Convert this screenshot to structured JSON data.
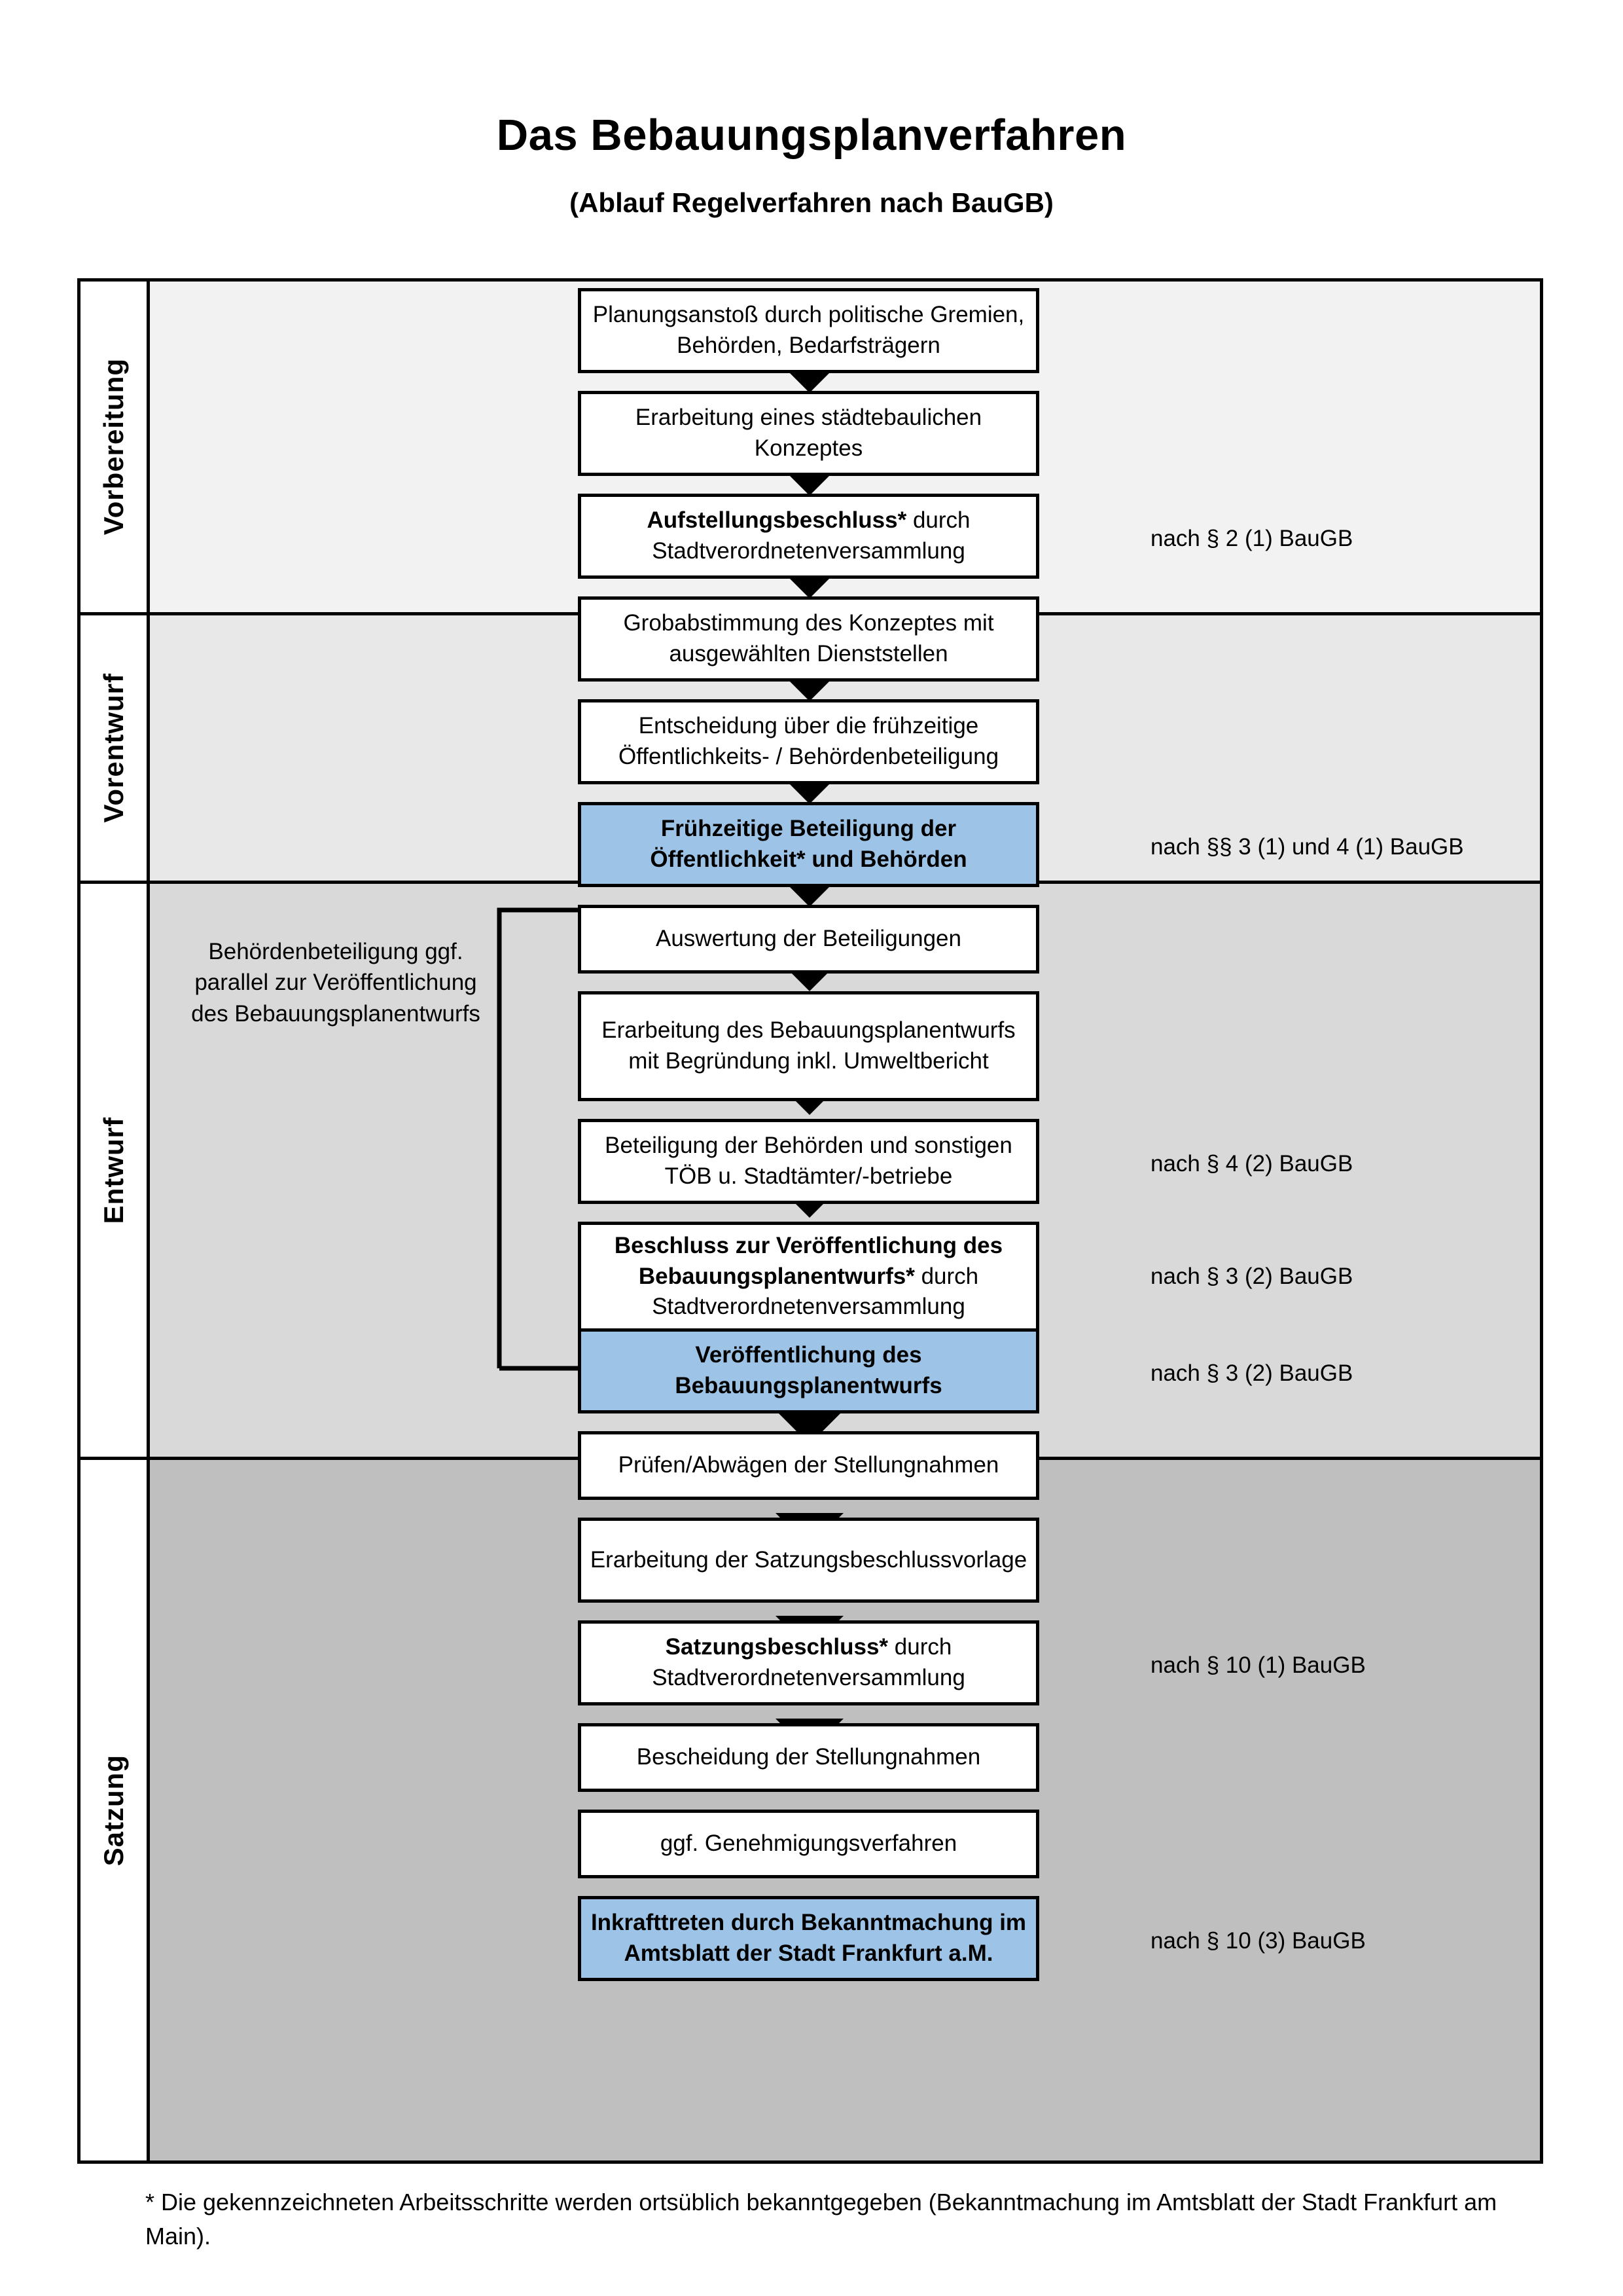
{
  "title": {
    "main": "Das Bebauungsplanverfahren",
    "sub": "(Ablauf Regelverfahren nach BauGB)"
  },
  "colors": {
    "highlight": "#9dc3e6",
    "band_vorbereitung": "#f2f2f2",
    "band_vorentwurf": "#e8e8e8",
    "band_entwurf": "#d9d9d9",
    "band_satzung": "#bfbfbf",
    "outline": "#000000"
  },
  "phases": [
    {
      "label": "Vorbereitung"
    },
    {
      "label": "Vorentwurf"
    },
    {
      "label": "Entwurf"
    },
    {
      "label": "Satzung"
    }
  ],
  "steps": [
    {
      "id": "s1",
      "phase": "Vorbereitung",
      "highlight": false,
      "bold_prefix": "",
      "text": "Planungsanstoß durch politische Gremien, Behörden, Bedarfsträgern"
    },
    {
      "id": "s2",
      "phase": "Vorbereitung",
      "highlight": false,
      "bold_prefix": "",
      "text": "Erarbeitung eines städtebaulichen Konzeptes"
    },
    {
      "id": "s3",
      "phase": "Vorbereitung",
      "highlight": false,
      "bold_prefix": "Aufstellungsbeschluss*",
      "text": " durch Stadtverordnetenversammlung"
    },
    {
      "id": "s4",
      "phase": "Vorentwurf",
      "highlight": false,
      "bold_prefix": "",
      "text": "Grobabstimmung des Konzeptes mit ausgewählten Dienststellen"
    },
    {
      "id": "s5",
      "phase": "Vorentwurf",
      "highlight": false,
      "bold_prefix": "",
      "text": "Entscheidung über die frühzeitige Öffentlichkeits- / Behördenbeteiligung"
    },
    {
      "id": "s6",
      "phase": "Vorentwurf",
      "highlight": true,
      "bold_prefix": "",
      "text": "Frühzeitige Beteiligung der Öffentlichkeit* und Behörden"
    },
    {
      "id": "s7",
      "phase": "Entwurf",
      "highlight": false,
      "bold_prefix": "",
      "text": "Auswertung der Beteiligungen"
    },
    {
      "id": "s8",
      "phase": "Entwurf",
      "highlight": false,
      "bold_prefix": "",
      "text": "Erarbeitung des Bebauungsplanentwurfs mit Begründung inkl. Umweltbericht"
    },
    {
      "id": "s9",
      "phase": "Entwurf",
      "highlight": false,
      "bold_prefix": "",
      "text": "Beteiligung der Behörden und sonstigen TÖB u. Stadtämter/-betriebe"
    },
    {
      "id": "s10",
      "phase": "Entwurf",
      "highlight": false,
      "bold_prefix": "Beschluss zur Veröffentlichung des Bebauungsplanentwurfs*",
      "text": " durch Stadtverordnetenversammlung"
    },
    {
      "id": "s11",
      "phase": "Entwurf",
      "highlight": true,
      "bold_prefix": "",
      "text": "Veröffentlichung des Bebauungsplanentwurfs"
    },
    {
      "id": "s12",
      "phase": "Satzung",
      "highlight": false,
      "bold_prefix": "",
      "text": "Prüfen/Abwägen der Stellungnahmen"
    },
    {
      "id": "s13",
      "phase": "Satzung",
      "highlight": false,
      "bold_prefix": "",
      "text": "Erarbeitung der Satzungsbeschlussvorlage"
    },
    {
      "id": "s14",
      "phase": "Satzung",
      "highlight": false,
      "bold_prefix": "Satzungsbeschluss*",
      "text": " durch Stadtverordnetenversammlung"
    },
    {
      "id": "s15",
      "phase": "Satzung",
      "highlight": false,
      "bold_prefix": "",
      "text": "Bescheidung der Stellungnahmen"
    },
    {
      "id": "s16",
      "phase": "Satzung",
      "highlight": false,
      "bold_prefix": "",
      "text": "ggf. Genehmigungsverfahren"
    },
    {
      "id": "s17",
      "phase": "Satzung",
      "highlight": true,
      "bold_prefix": "Inkrafttreten",
      "text": " durch Bekanntmachung im Amtsblatt der Stadt Frankfurt a.M."
    }
  ],
  "legal_notes": [
    {
      "id": "l1",
      "for_step": "s3",
      "text": "nach § 2 (1) BauGB"
    },
    {
      "id": "l2",
      "for_step": "s6",
      "text": "nach §§ 3 (1) und 4 (1) BauGB"
    },
    {
      "id": "l3",
      "for_step": "s9",
      "text": "nach § 4 (2) BauGB"
    },
    {
      "id": "l4",
      "for_step": "s10",
      "text": "nach § 3 (2) BauGB"
    },
    {
      "id": "l5",
      "for_step": "s11",
      "text": "nach § 3 (2) BauGB"
    },
    {
      "id": "l6",
      "for_step": "s14",
      "text": "nach § 10 (1) BauGB"
    },
    {
      "id": "l7",
      "for_step": "s17",
      "text": "nach § 10 (3) BauGB"
    }
  ],
  "side_note": "Behördenbeteiligung ggf. parallel zur Veröffentlichung des Bebauungsplanentwurfs",
  "footnote": "* Die gekennzeichneten Arbeitsschritte werden ortsüblich bekanntgegeben (Bekanntmachung im Amtsblatt  der Stadt Frankfurt am Main)."
}
